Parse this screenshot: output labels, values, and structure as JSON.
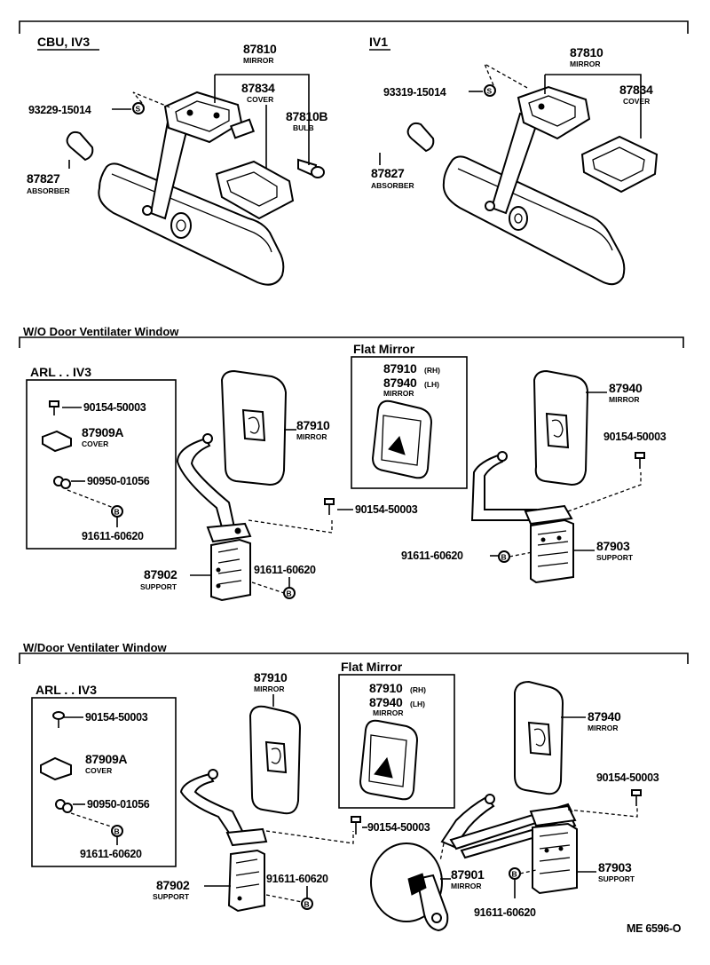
{
  "sections": {
    "top_left_title": "CBU, IV3",
    "top_right_title": "IV1",
    "middle_title": "W/O Door Ventilater Window",
    "bottom_title": "W/Door Ventilater Window",
    "flat_mirror_title": "Flat Mirror",
    "arl_title": "ARL . . IV3"
  },
  "parts": {
    "mirror_87810": "87810",
    "mirror_word": "MIRROR",
    "cover_87834": "87834",
    "cover_word": "COVER",
    "bulb_87810b": "87810B",
    "bulb_word": "BULB",
    "absorber_87827": "87827",
    "absorber_word": "ABSORBER",
    "screw_93229": "93229-15014",
    "screw_93319": "93319-15014",
    "mirror_87910": "87910",
    "mirror_87940": "87940",
    "flat_87910": "87910",
    "flat_87940": "87940",
    "rh_tag": "(RH)",
    "lh_tag": "(LH)",
    "screw_90154": "90154-50003",
    "cover_87909a": "87909A",
    "nut_90950": "90950-01056",
    "screw_91611": "91611-60620",
    "support_87902": "87902",
    "support_87903": "87903",
    "support_word": "SUPPORT",
    "mirror_87901": "87901",
    "circle_s": "S",
    "circle_b": "B",
    "doc_code": "ME 6596-O"
  }
}
